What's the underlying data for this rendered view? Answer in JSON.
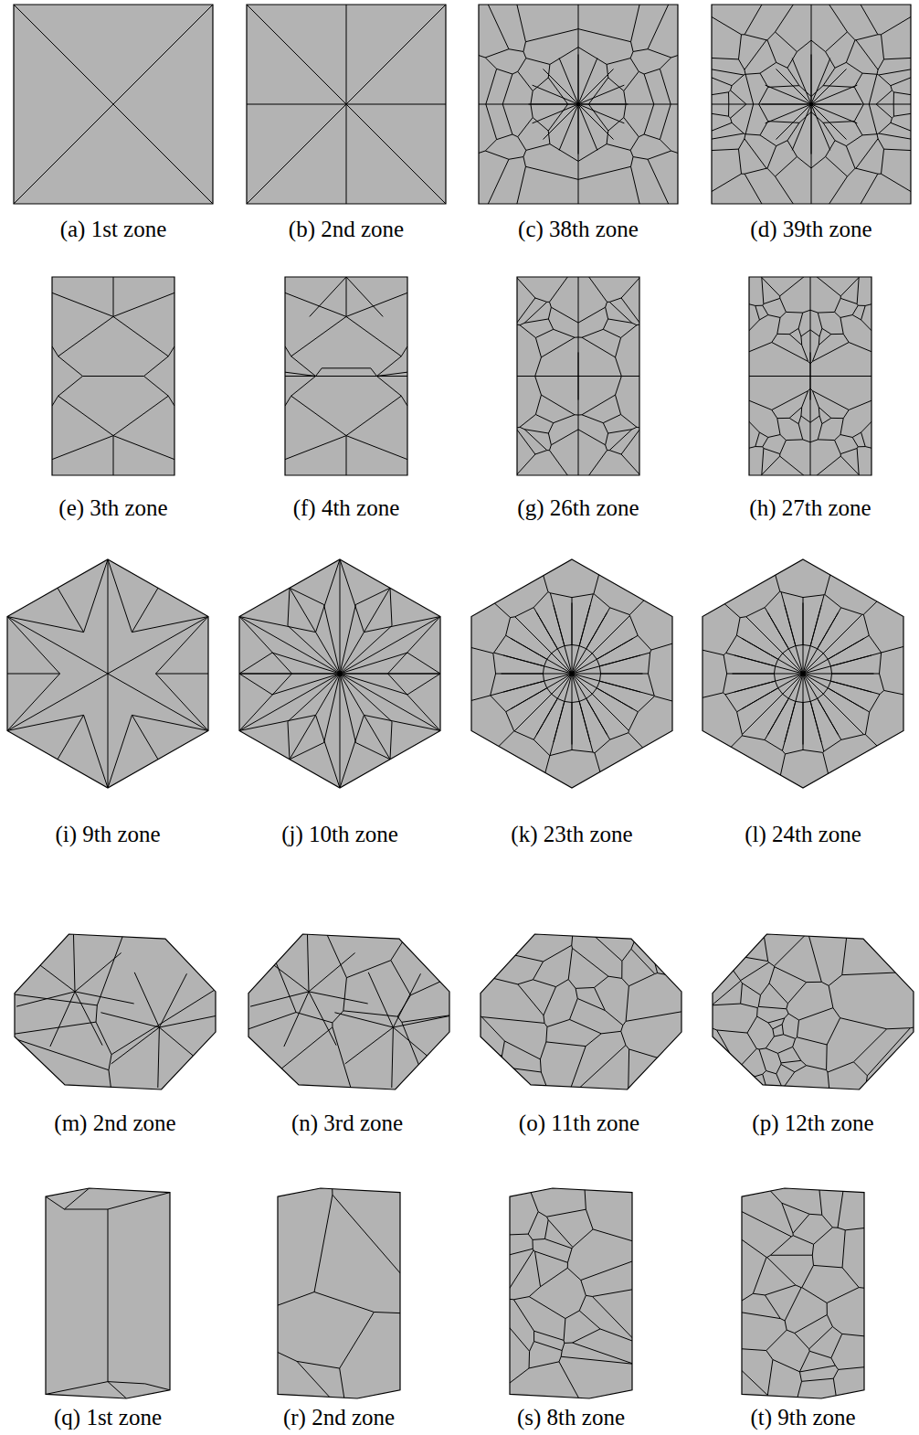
{
  "diagram": {
    "labels": [
      "(a) 1st zone",
      "(b) 2nd zone",
      "(c) 38th zone",
      "(d) 39th zone",
      "(e) 3th zone",
      "(f) 4th zone",
      "(g) 26th zone",
      "(h) 27th zone",
      "(i) 9th zone",
      "(j) 10th zone",
      "(k) 23th zone",
      "(l) 24th zone",
      "(m) 2nd zone",
      "(n) 3rd zone",
      "(o) 11th zone",
      "(p) 12th zone",
      "(q) 1st zone",
      "(r) 2nd zone",
      "(s) 8th zone",
      "(t) 9th zone"
    ]
  }
}
